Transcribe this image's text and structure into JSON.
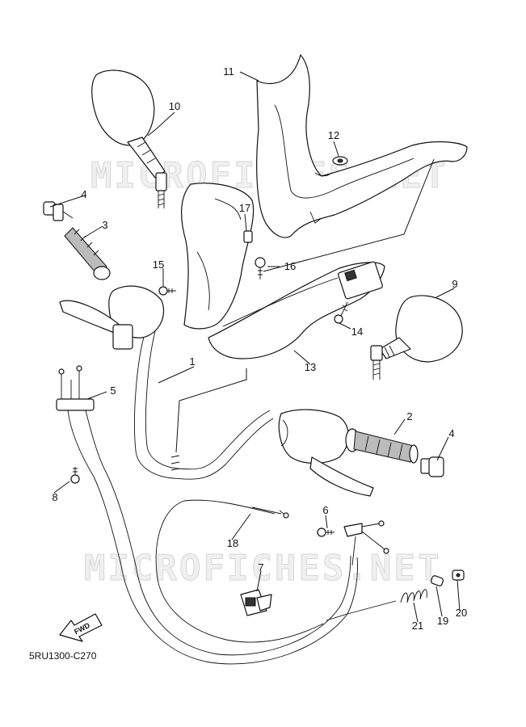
{
  "watermark": "MICROFICHES.NET",
  "diagram_code": "5RU1300-C270",
  "fwd_label": "FWD",
  "callouts": {
    "c1": "1",
    "c2": "2",
    "c3": "3",
    "c4a": "4",
    "c4b": "4",
    "c5": "5",
    "c6": "6",
    "c7": "7",
    "c8": "8",
    "c9": "9",
    "c10": "10",
    "c11": "11",
    "c12": "12",
    "c13": "13",
    "c14": "14",
    "c15": "15",
    "c16": "16",
    "c17": "17",
    "c18": "18",
    "c19": "19",
    "c20": "20",
    "c21": "21"
  }
}
